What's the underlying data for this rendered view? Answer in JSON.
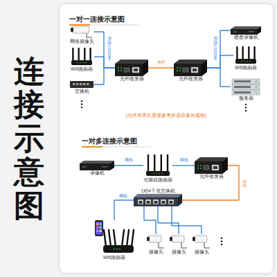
{
  "diagram": {
    "title": "连接示意图",
    "nodes": [
      {
        "text": [
          "网络摄像头"
        ]
      },
      {
        "text": [
          "Wifi路由器"
        ]
      },
      {
        "text": [
          "交换机"
        ]
      },
      {
        "text": [
          "光纤收发器"
        ]
      },
      {
        "text": [
          "光纤收发器"
        ]
      },
      {
        "text": [
          "硬盘录像机"
        ]
      },
      {
        "text": [
          "Wifi路由器"
        ]
      },
      {
        "text": [
          "服务器"
        ]
      },
      {
        "text": [
          "录像机"
        ]
      },
      {
        "text": [
          "光猫或路由器"
        ]
      },
      {
        "text": [
          "光纤收发器"
        ]
      },
      {
        "text": [
          "1对4千兆交换机"
        ]
      },
      {
        "text": [
          "Wifi路由器"
        ]
      },
      {
        "text": [
          "摄像头"
        ]
      },
      {
        "text": [
          "摄像头"
        ]
      },
      {
        "text": [
          "摄像头"
        ]
      }
    ],
    "edges": [
      {
        "from": 0,
        "to": 3,
        "arrow": "none"
      },
      {
        "from": 1,
        "to": 3,
        "arrow": "none"
      },
      {
        "from": 2,
        "to": 3,
        "arrow": "none"
      },
      {
        "from": 3,
        "to": 4,
        "label": "光纤",
        "arrow": "none"
      },
      {
        "from": 4,
        "to": 5,
        "arrow": "none"
      },
      {
        "from": 4,
        "to": 6,
        "arrow": "none"
      },
      {
        "from": 4,
        "to": 7,
        "arrow": "none"
      },
      {
        "from": 8,
        "to": 9,
        "label": "网线",
        "arrow": "none"
      },
      {
        "from": 9,
        "to": 10,
        "label": "网线",
        "arrow": "none"
      },
      {
        "from": 10,
        "to": 11,
        "label": "光纤",
        "arrow": "none"
      },
      {
        "from": 11,
        "to": 12,
        "label": "网线",
        "arrow": "none"
      },
      {
        "from": 11,
        "to": 13,
        "arrow": "none"
      },
      {
        "from": 11,
        "to": 14,
        "arrow": "none"
      },
      {
        "from": 11,
        "to": 15,
        "arrow": "none"
      }
    ],
    "labels": [
      "一对一连接示意图",
      "网线≤1000M",
      "网线≤1000M",
      "(光纤布置长度需参考所选设备的规格)",
      "一对多连接示意图"
    ]
  }
}
